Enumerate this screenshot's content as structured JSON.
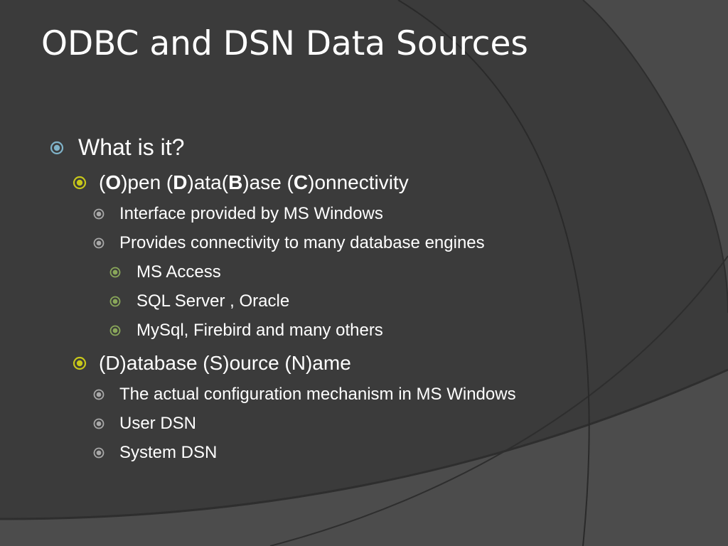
{
  "title": "ODBC and DSN Data Sources",
  "colors": {
    "background": "#3b3b3b",
    "text": "#ffffff",
    "bullet_level1": "#7fb2c8",
    "bullet_level2": "#c7c71a",
    "bullet_level3": "#a8a8a8",
    "bullet_level4": "#8aa85a"
  },
  "bullets": {
    "what_is_it": "What is it?",
    "odbc": {
      "p1": "(",
      "o": "O",
      "p2": ")pen (",
      "d": "D",
      "p3": ")ata(",
      "b": "B",
      "p4": ")ase (",
      "c": "C",
      "p5": ")onnectivity"
    },
    "interface": "Interface provided by MS Windows",
    "provides": "Provides connectivity to many database engines",
    "ms_access": "MS Access",
    "sql_server": "SQL Server , Oracle",
    "mysql": "MySql, Firebird and many others",
    "dsn": "(D)atabase (S)ource (N)ame",
    "actual_config": "The actual configuration mechanism in MS Windows",
    "user_dsn": "User DSN",
    "system_dsn": "System DSN"
  }
}
